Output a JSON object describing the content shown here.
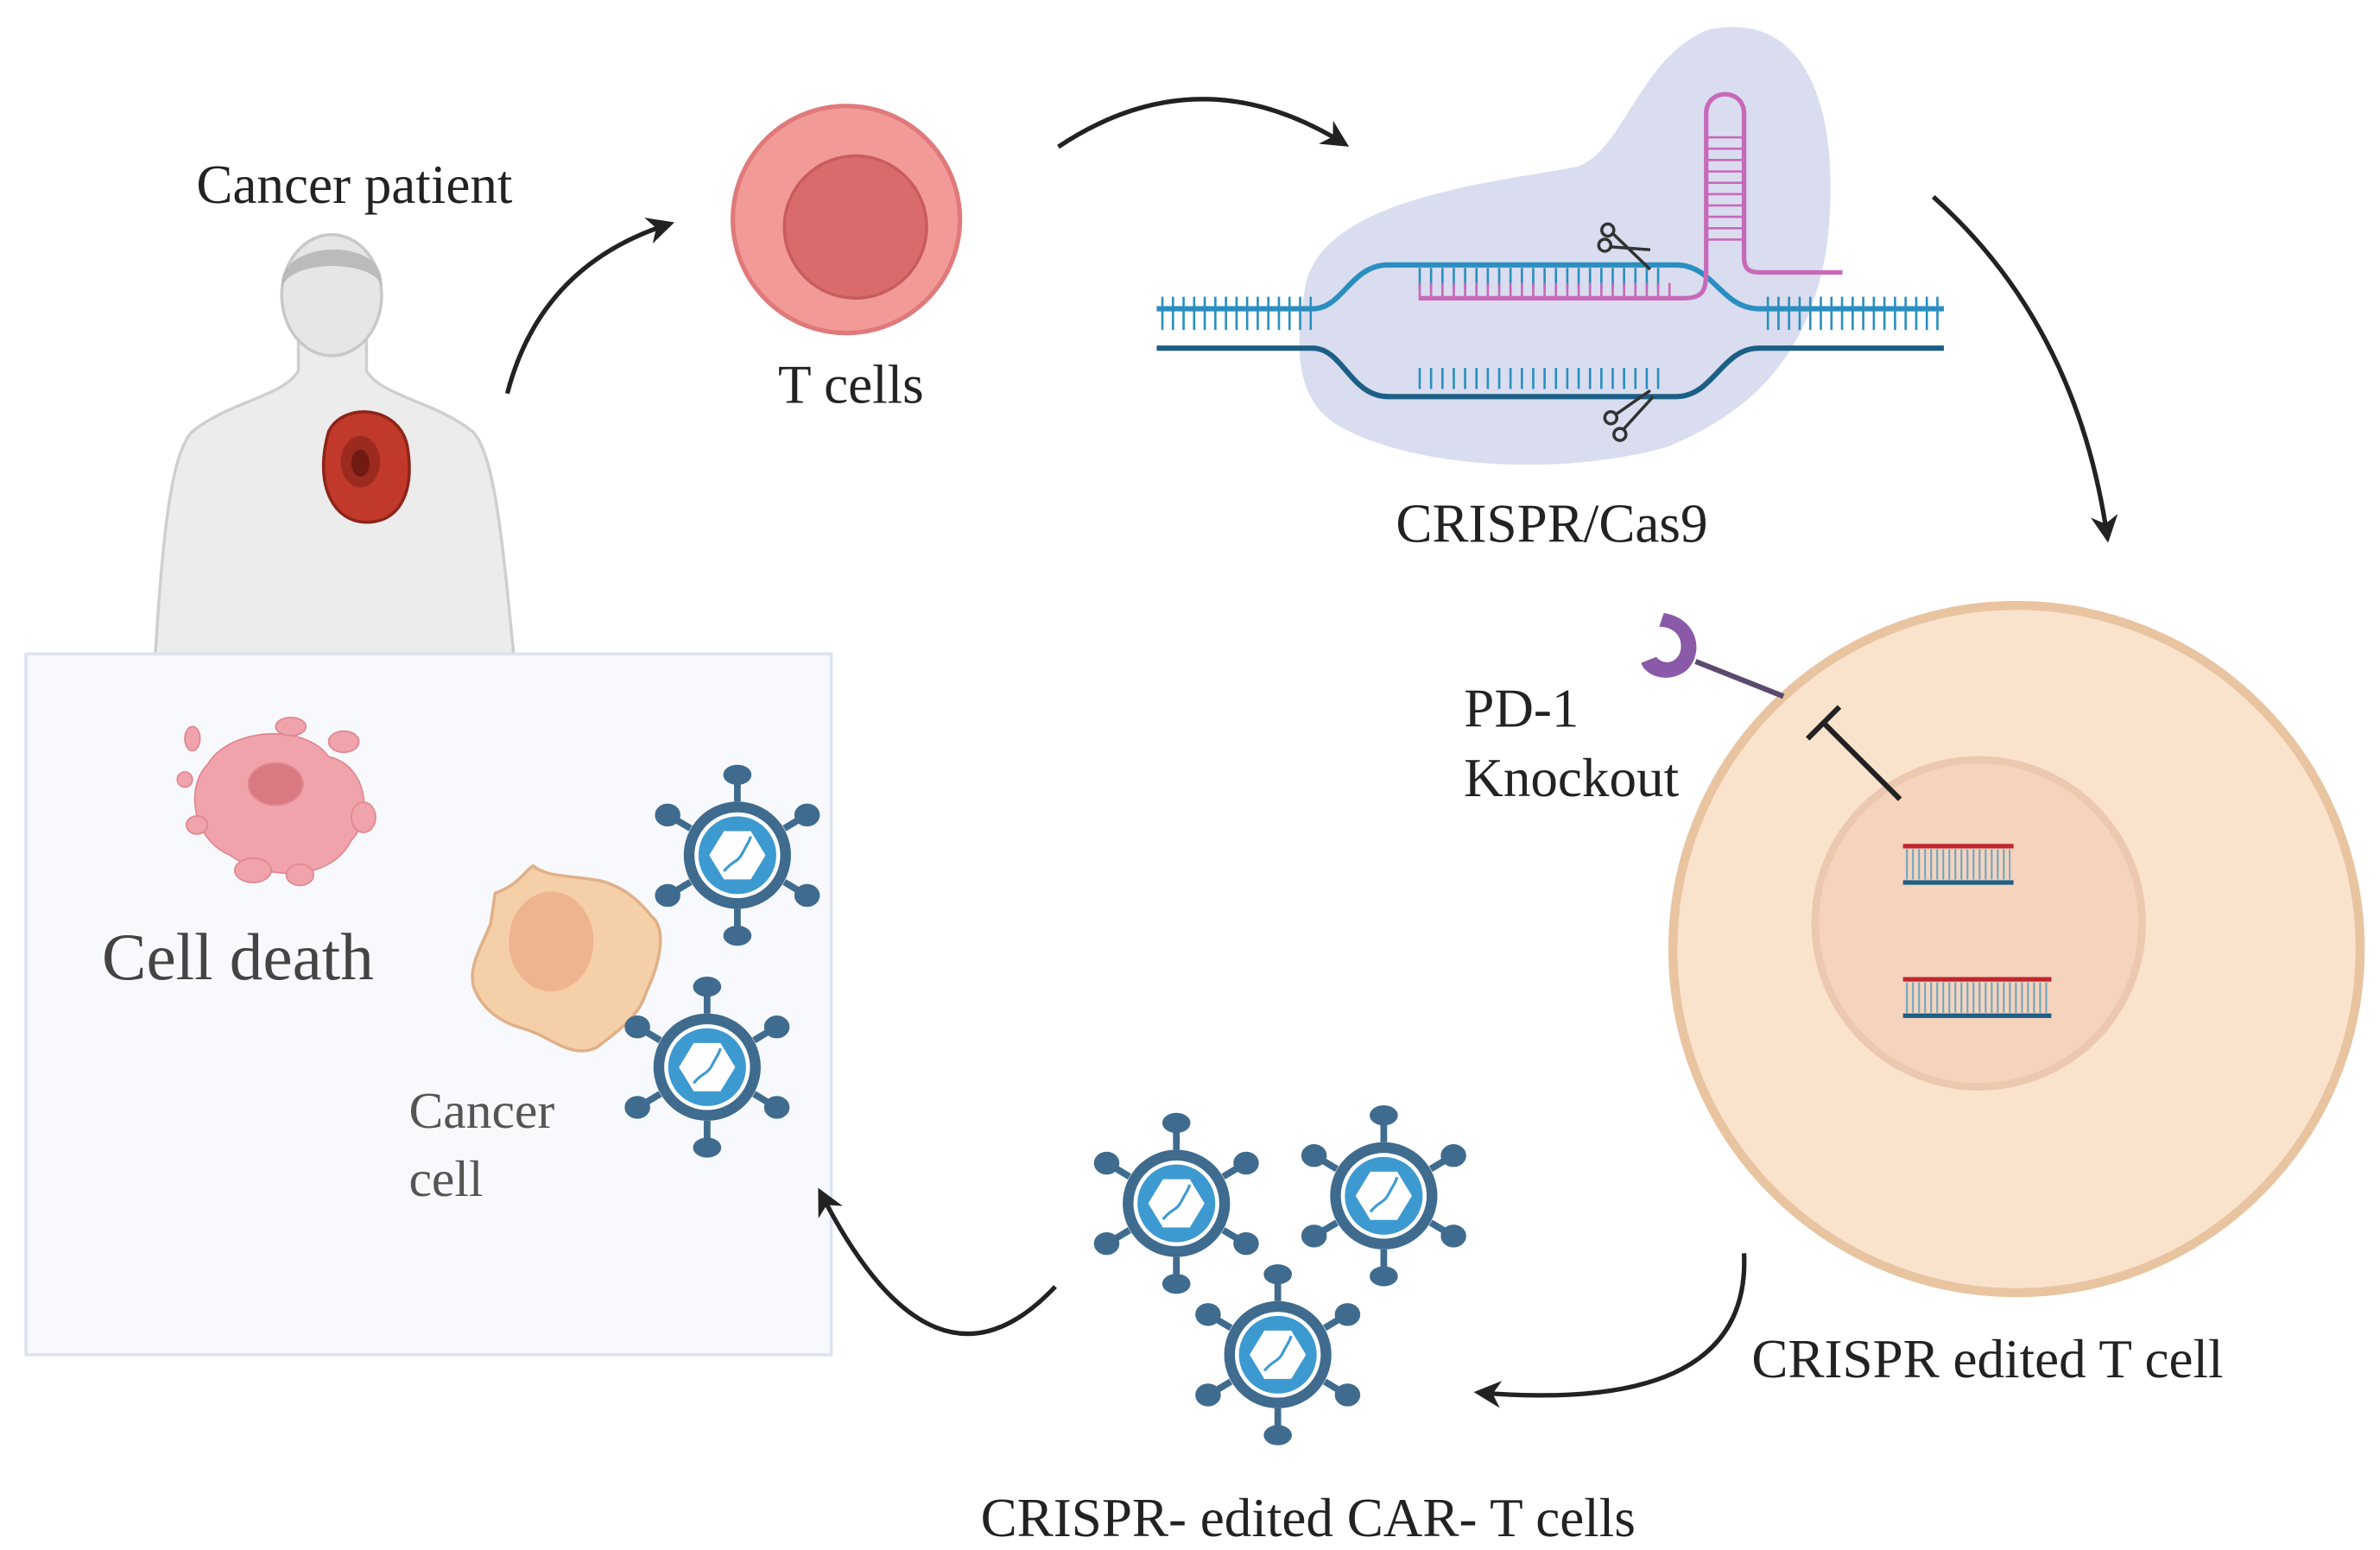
{
  "labels": {
    "cancer_patient": "Cancer patient",
    "t_cells": "T cells",
    "crispr_cas9": "CRISPR/Cas9",
    "pd1_line1": "PD-1",
    "pd1_line2": "Knockout",
    "crispr_edited_t_cell": "CRISPR edited T cell",
    "crispr_edited_car_t": "CRISPR- edited CAR- T cells",
    "cell_death": "Cell death",
    "cancer_cell_line1": "Cancer",
    "cancer_cell_line2": "cell"
  },
  "colors": {
    "t_cell": "#f29a98",
    "t_cell_nucleus": "#d96b6c",
    "cas9_protein": "#d9ddef",
    "dna": "#2a8fc0",
    "guide_rna": "#c769b8",
    "edited_cell": "#fae3cd",
    "car_t": "#3f6b8e",
    "car_t_inner": "#3d9ad1",
    "tumor": "#c0392b",
    "cancer_cell": "#f5cfa8",
    "pd1_receptor": "#8a5aa8"
  }
}
